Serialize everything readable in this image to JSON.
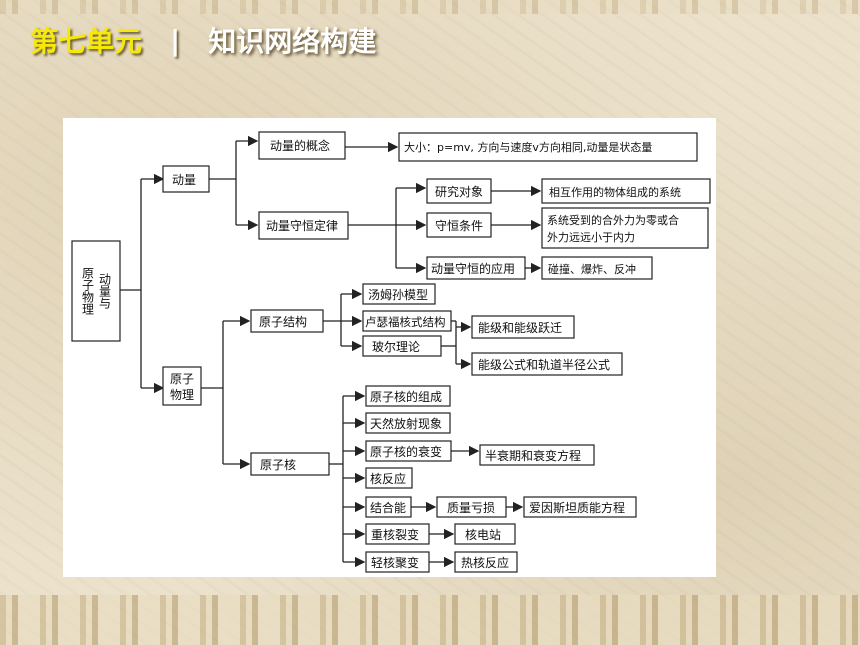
{
  "header": {
    "unit": "第七单元",
    "separator": "|",
    "title": "知识网络构建"
  },
  "nodes": {
    "root": [
      "动量与",
      "原子物理"
    ],
    "momentum": "动量",
    "momentum_concept": "动量的概念",
    "momentum_concept_detail": "大小：p=mv, 方向与速度v方向相同,动量是状态量",
    "conservation_law": "动量守恒定律",
    "research_object": "研究对象",
    "research_object_detail": "相互作用的物体组成的系统",
    "conservation_condition": "守恒条件",
    "conservation_condition_detail": [
      "系统受到的合外力为零或合",
      "外力远远小于内力"
    ],
    "conservation_application": "动量守恒的应用",
    "conservation_application_detail": "碰撞、爆炸、反冲",
    "atomic_physics": [
      "原子",
      "物理"
    ],
    "atomic_structure": "原子结构",
    "thomson_model": "汤姆孙模型",
    "rutherford_model": "卢瑟福核式结构",
    "bohr_theory": "玻尔理论",
    "energy_level_transition": "能级和能级跃迁",
    "energy_level_formula": "能级公式和轨道半径公式",
    "nucleus": "原子核",
    "nucleus_composition": "原子核的组成",
    "natural_radioactivity": "天然放射现象",
    "nuclear_decay": "原子核的衰变",
    "half_life": "半衰期和衰变方程",
    "nuclear_reaction": "核反应",
    "binding_energy": "结合能",
    "mass_defect": "质量亏损",
    "einstein_equation": "爱因斯坦质能方程",
    "heavy_fission": "重核裂变",
    "nuclear_plant": "核电站",
    "light_fusion": "轻核聚变",
    "thermonuclear": "热核反应"
  }
}
